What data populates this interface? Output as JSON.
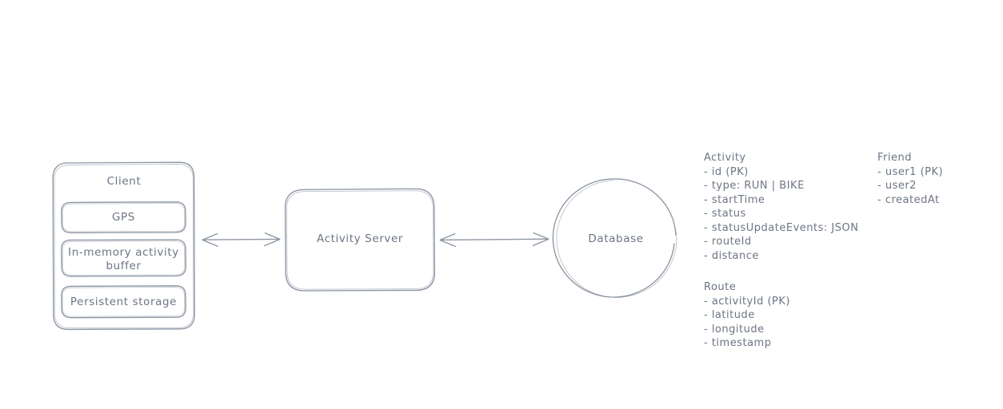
{
  "diagram": {
    "type": "architecture-diagram",
    "style": "hand-drawn-sketch",
    "background_color": "#ffffff",
    "stroke_color": "#8d96a3",
    "text_color": "#6c7584"
  },
  "nodes": {
    "client": {
      "label": "Client",
      "shape": "rounded-rectangle",
      "children": [
        {
          "label": "GPS",
          "shape": "rounded-rectangle"
        },
        {
          "label": "In-memory activity buffer",
          "shape": "rounded-rectangle"
        },
        {
          "label": "Persistent storage",
          "shape": "rounded-rectangle"
        }
      ]
    },
    "server": {
      "label": "Activity Server",
      "shape": "rounded-rectangle"
    },
    "database": {
      "label": "Database",
      "shape": "ellipse"
    }
  },
  "connectors": [
    {
      "from": "client",
      "to": "server",
      "arrow": "double-headed"
    },
    {
      "from": "server",
      "to": "database",
      "arrow": "double-headed"
    }
  ],
  "schemas": [
    {
      "name": "Activity",
      "fields": [
        "- id (PK)",
        "- type: RUN | BIKE",
        "- startTime",
        "- status",
        "- statusUpdateEvents: JSON",
        "- routeId",
        "- distance"
      ]
    },
    {
      "name": "Friend",
      "fields": [
        "- user1 (PK)",
        "- user2",
        "- createdAt"
      ]
    },
    {
      "name": "Route",
      "fields": [
        "- activityId (PK)",
        "- latitude",
        "- longitude",
        "- timestamp"
      ]
    }
  ]
}
